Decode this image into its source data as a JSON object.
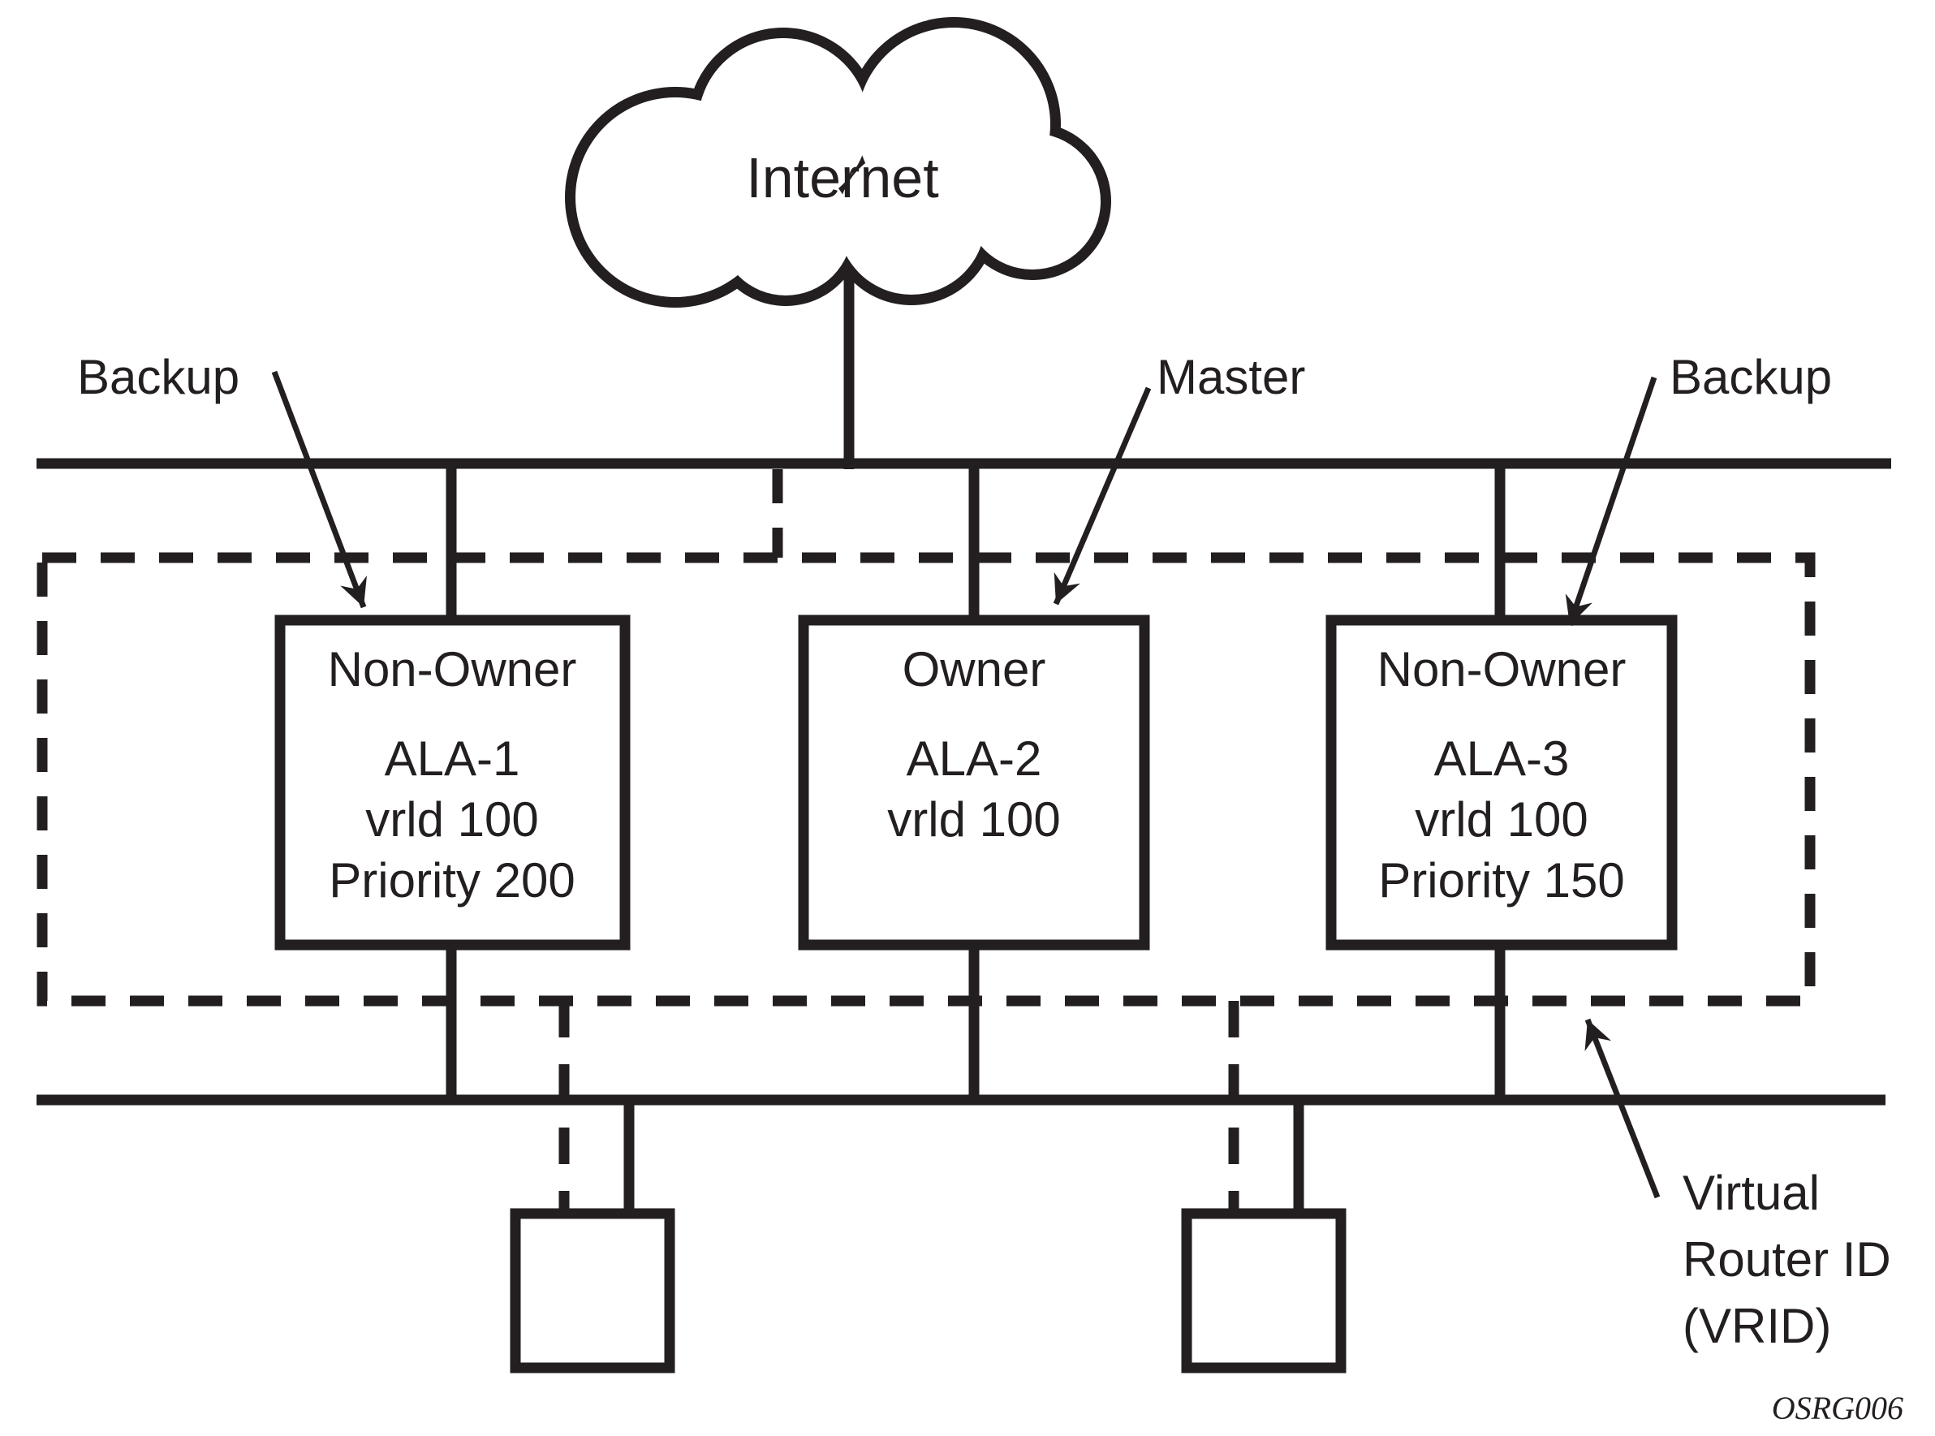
{
  "colors": {
    "line": "#231f20",
    "background": "#ffffff"
  },
  "cloud": {
    "label": "Internet"
  },
  "role_labels": {
    "left": "Backup",
    "middle": "Master",
    "right": "Backup"
  },
  "routers": [
    {
      "ownership": "Non-Owner",
      "name": "ALA-1",
      "vrid": "vrld 100",
      "priority": "Priority 200"
    },
    {
      "ownership": "Owner",
      "name": "ALA-2",
      "vrid": "vrld 100"
    },
    {
      "ownership": "Non-Owner",
      "name": "ALA-3",
      "vrid": "vrld 100",
      "priority": "Priority 150"
    }
  ],
  "vrid_caption": {
    "line1": "Virtual",
    "line2": "Router ID",
    "line3": "(VRID)"
  },
  "figure_code": "OSRG006"
}
